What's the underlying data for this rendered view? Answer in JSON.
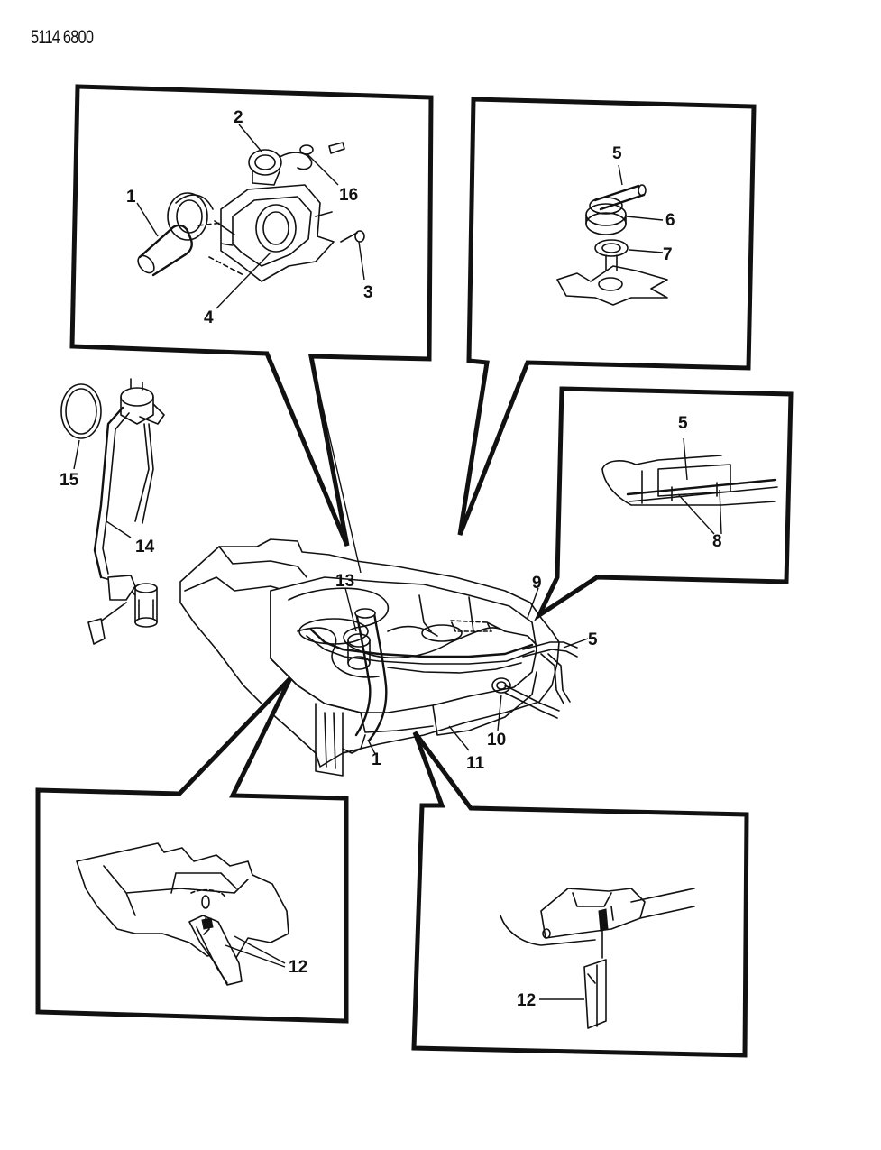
{
  "document_number": "5114 6800",
  "callouts": {
    "c1": "1",
    "c2": "2",
    "c3": "3",
    "c4": "4",
    "c5": "5",
    "c6": "6",
    "c7": "7",
    "c8": "8",
    "c9": "9",
    "c10": "10",
    "c11": "11",
    "c12": "12",
    "c13": "13",
    "c14": "14",
    "c15": "15",
    "c16": "16"
  }
}
